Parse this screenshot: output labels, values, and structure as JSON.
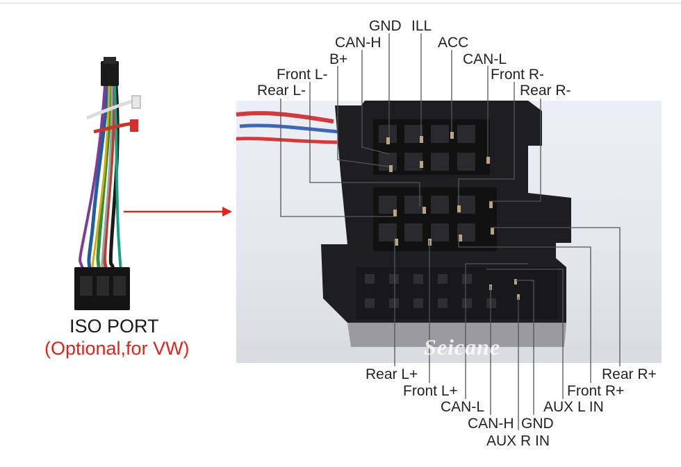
{
  "left_panel": {
    "title": "ISO PORT",
    "subtitle": "(Optional,for VW)"
  },
  "watermark": "Seicane",
  "top_labels": {
    "gnd": "GND",
    "ill": "ILL",
    "can_h": "CAN-H",
    "acc": "ACC",
    "b_plus": "B+",
    "can_l": "CAN-L",
    "front_l_minus": "Front L-",
    "front_r_minus": "Front R-",
    "rear_l_minus": "Rear L-",
    "rear_r_minus": "Rear R-"
  },
  "bottom_labels": {
    "rear_r_plus": "Rear R+",
    "rear_l_plus": "Rear L+",
    "front_l_plus": "Front L+",
    "front_r_plus": "Front R+",
    "can_l": "CAN-L",
    "aux_l_in": "AUX L IN",
    "can_h": "CAN-H",
    "gnd": "GND",
    "aux_r_in": "AUX R IN"
  },
  "colors": {
    "accent_red": "#e2231a",
    "leader_line": "#555555"
  }
}
